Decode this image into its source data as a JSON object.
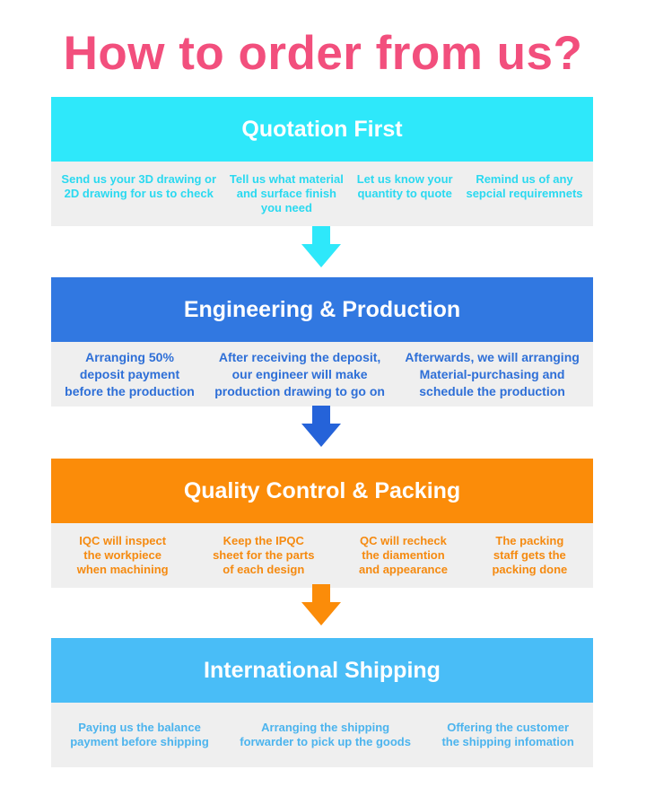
{
  "title": "How to order from us?",
  "colors": {
    "title": "#f24f7d",
    "step1": "#2ee8fa",
    "step2": "#3178e1",
    "step3": "#fb8c09",
    "step4": "#49bdf7",
    "body_bg": "#efefef"
  },
  "steps": [
    {
      "heading": "Quotation First",
      "items": [
        [
          "Send us your 3D drawing or",
          "2D drawing for us to check"
        ],
        [
          "Tell us what material",
          "and surface finish",
          "you need"
        ],
        [
          "Let us know your",
          "quantity to quote"
        ],
        [
          "Remind us of any",
          "sepcial requiremnets"
        ]
      ]
    },
    {
      "heading": "Engineering & Production",
      "items": [
        [
          "Arranging 50%",
          "deposit payment",
          "before the production"
        ],
        [
          "After receiving the deposit,",
          "our engineer will make",
          "production drawing to go on"
        ],
        [
          "Afterwards, we will arranging",
          "Material-purchasing and",
          "schedule the production"
        ]
      ]
    },
    {
      "heading": "Quality Control & Packing",
      "items": [
        [
          "IQC will inspect",
          "the workpiece",
          "when machining"
        ],
        [
          "Keep the IPQC",
          "sheet for the parts",
          "of each design"
        ],
        [
          "QC will recheck",
          "the diamention",
          "and appearance"
        ],
        [
          "The packing",
          "staff gets the",
          "packing done"
        ]
      ]
    },
    {
      "heading": "International Shipping",
      "items": [
        [
          "Paying us the balance",
          "payment before shipping"
        ],
        [
          "Arranging the shipping",
          "forwarder to pick up the goods"
        ],
        [
          "Offering the customer",
          "the shipping infomation"
        ]
      ]
    }
  ],
  "arrows": [
    {
      "icon": "down-arrow-icon",
      "color": "#2ee8fa"
    },
    {
      "icon": "down-arrow-icon",
      "color": "#2563d9"
    },
    {
      "icon": "down-arrow-icon",
      "color": "#fb8c09"
    }
  ]
}
